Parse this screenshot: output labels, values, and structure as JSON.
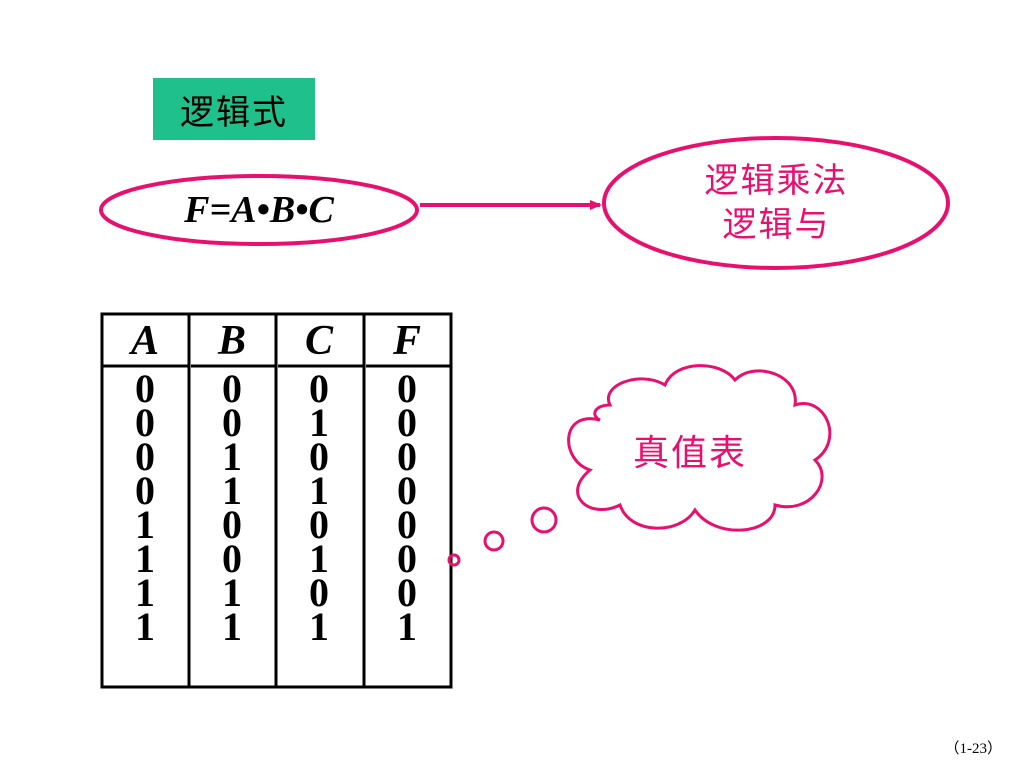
{
  "title": "逻辑式",
  "formula": "F=A•B•C",
  "result": {
    "line1": "逻辑乘法",
    "line2": "逻辑与"
  },
  "cloud_label": "真值表",
  "table": {
    "headers": [
      "A",
      "B",
      "C",
      "F"
    ],
    "columns": [
      [
        "0",
        "0",
        "0",
        "0",
        "1",
        "1",
        "1",
        "1"
      ],
      [
        "0",
        "0",
        "1",
        "1",
        "0",
        "0",
        "1",
        "1"
      ],
      [
        "0",
        "1",
        "0",
        "1",
        "0",
        "1",
        "0",
        "1"
      ],
      [
        "0",
        "0",
        "0",
        "0",
        "0",
        "0",
        "0",
        "1"
      ]
    ]
  },
  "page_number": "（1-23）",
  "colors": {
    "accent": "#e8106e",
    "title_bg": "#1fc08c"
  }
}
